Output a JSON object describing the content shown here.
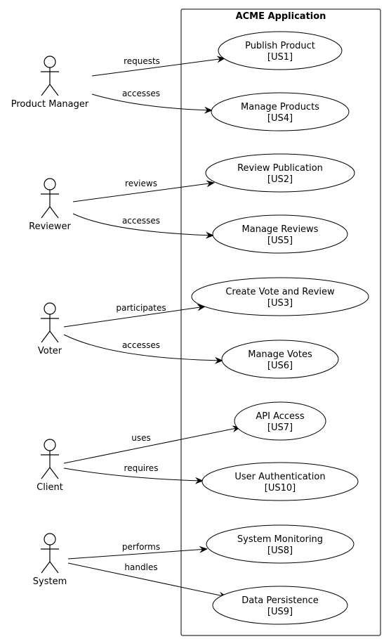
{
  "system": {
    "title": "ACME Application"
  },
  "actors": [
    {
      "id": "product-manager",
      "name": "Product Manager"
    },
    {
      "id": "reviewer",
      "name": "Reviewer"
    },
    {
      "id": "voter",
      "name": "Voter"
    },
    {
      "id": "client",
      "name": "Client"
    },
    {
      "id": "system",
      "name": "System"
    }
  ],
  "use_cases": [
    {
      "id": "publish-product",
      "name": "Publish Product",
      "code": "[US1]"
    },
    {
      "id": "manage-products",
      "name": "Manage Products",
      "code": "[US4]"
    },
    {
      "id": "review-publication",
      "name": "Review Publication",
      "code": "[US2]"
    },
    {
      "id": "manage-reviews",
      "name": "Manage Reviews",
      "code": "[US5]"
    },
    {
      "id": "create-vote-and-review",
      "name": "Create Vote and Review",
      "code": "[US3]"
    },
    {
      "id": "manage-votes",
      "name": "Manage Votes",
      "code": "[US6]"
    },
    {
      "id": "api-access",
      "name": "API Access",
      "code": "[US7]"
    },
    {
      "id": "user-authentication",
      "name": "User Authentication",
      "code": "[US10]"
    },
    {
      "id": "system-monitoring",
      "name": "System Monitoring",
      "code": "[US8]"
    },
    {
      "id": "data-persistence",
      "name": "Data Persistence",
      "code": "[US9]"
    }
  ],
  "associations": [
    {
      "from": "product-manager",
      "to": "publish-product",
      "label": "requests"
    },
    {
      "from": "product-manager",
      "to": "manage-products",
      "label": "accesses"
    },
    {
      "from": "reviewer",
      "to": "review-publication",
      "label": "reviews"
    },
    {
      "from": "reviewer",
      "to": "manage-reviews",
      "label": "accesses"
    },
    {
      "from": "voter",
      "to": "create-vote-and-review",
      "label": "participates"
    },
    {
      "from": "voter",
      "to": "manage-votes",
      "label": "accesses"
    },
    {
      "from": "client",
      "to": "api-access",
      "label": "uses"
    },
    {
      "from": "client",
      "to": "user-authentication",
      "label": "requires"
    },
    {
      "from": "system",
      "to": "system-monitoring",
      "label": "performs"
    },
    {
      "from": "system",
      "to": "data-persistence",
      "label": "handles"
    }
  ]
}
